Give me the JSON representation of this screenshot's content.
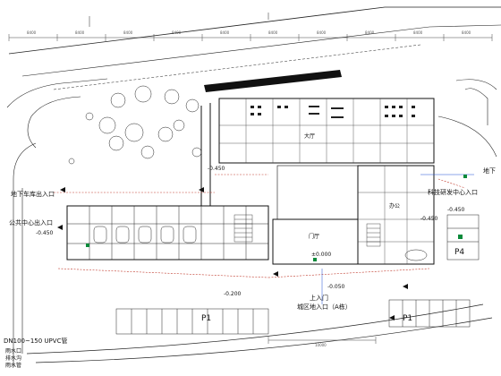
{
  "plan": {
    "labels": {
      "underground_entry": "地下车库出入口",
      "public_center_entry": "公共中心出入口",
      "tech_center_entry": "科技研发中心入口",
      "main_entry": "上入门",
      "main_entry_sub": "城区地入口（A栋）",
      "parking_p1_left": "P1",
      "parking_p1_right": "P1",
      "parking_p4": "P4",
      "right_edge": "地下",
      "pipe_note": "DN100~150 UPVC管",
      "elev_a": "-0.450",
      "elev_b": "-0.450",
      "elev_c": "-0.450",
      "elev_d": "-0.450",
      "elev_e": "-0.200",
      "elev_f": "-0.050",
      "elev_g": "±0.000",
      "room_lobby": "大厅",
      "room_hall": "门厅",
      "room_office": "办公",
      "legend_1": "雨水口",
      "legend_2": "排水沟",
      "legend_3": "雨水管",
      "dim_1": "8400",
      "dim_2": "8400",
      "dim_3": "8400",
      "dim_4": "8400",
      "dim_5": "8400",
      "dim_6": "8400",
      "dim_7": "8400",
      "dim_8": "8400",
      "dim_9": "8400",
      "dim_10": "8400",
      "dim_bottom": "10000"
    }
  }
}
